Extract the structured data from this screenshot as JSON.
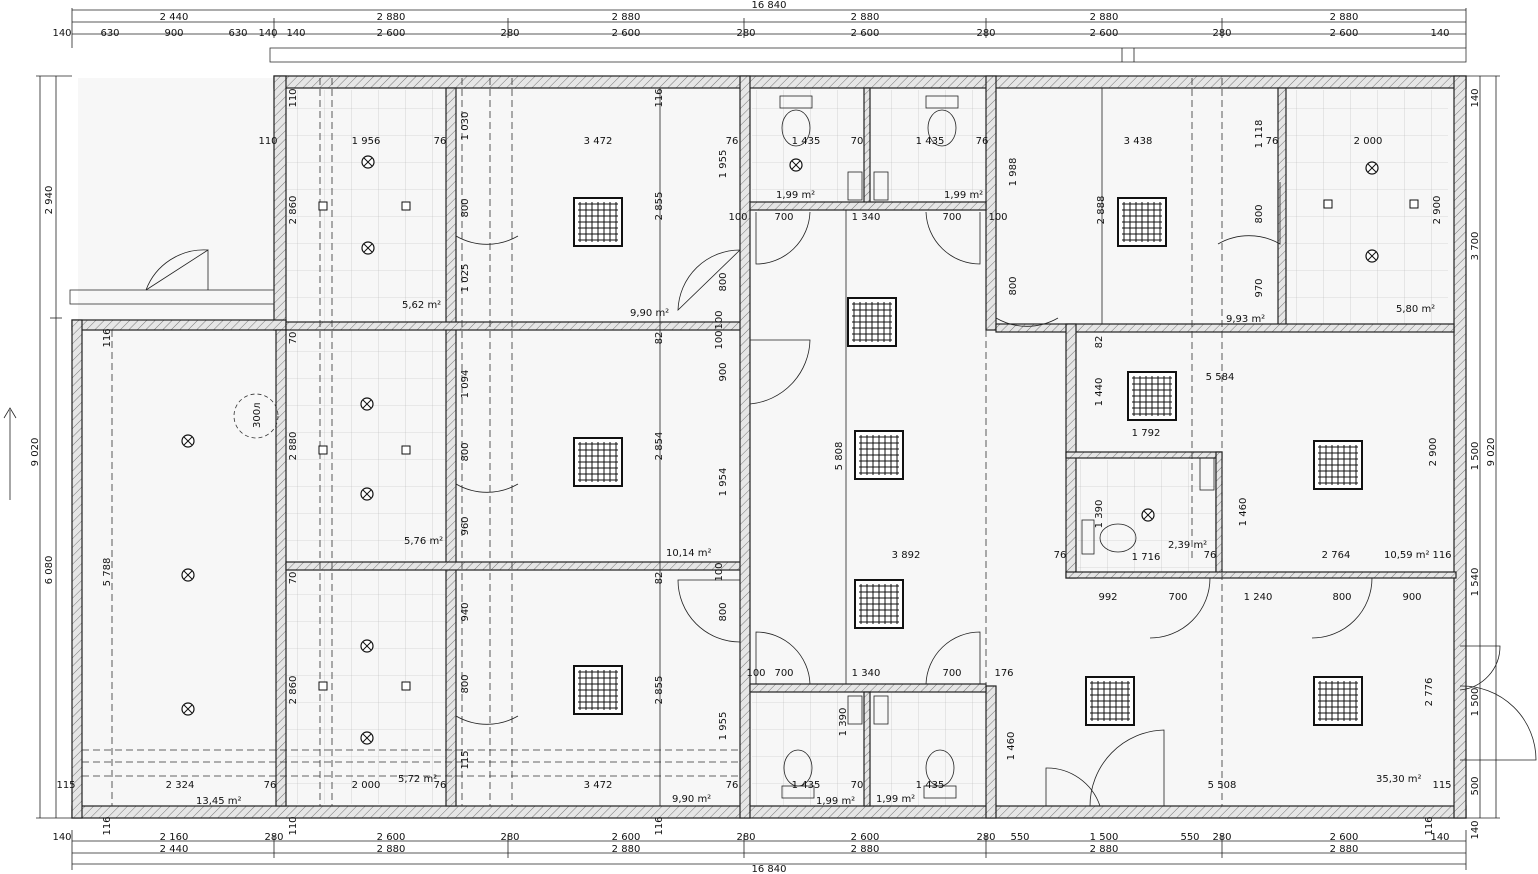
{
  "top_overall": "16 840",
  "top_row2": [
    "2 440",
    "2 880",
    "2 880",
    "2 880",
    "2 880",
    "2 880"
  ],
  "top_row3": [
    "140",
    "630",
    "900",
    "630",
    "140",
    "140",
    "2 600",
    "280",
    "2 600",
    "280",
    "2 600",
    "280",
    "2 600",
    "280",
    "2 600",
    "140"
  ],
  "bottom_row1": [
    "140",
    "2 160",
    "280",
    "2 600",
    "280",
    "2 600",
    "280",
    "2 600",
    "280",
    "550",
    "1 500",
    "550",
    "280",
    "2 600",
    "140"
  ],
  "bottom_row2": [
    "2 440",
    "2 880",
    "2 880",
    "2 880",
    "2 880",
    "2 880"
  ],
  "bottom_overall": "16 840",
  "left_overall": "9 020",
  "left_row": [
    "2 940",
    "6 080"
  ],
  "right_overall": "9 020",
  "right_row": [
    "140",
    "3 700",
    "1 500",
    "1 540",
    "1 500",
    "500",
    "140"
  ],
  "areas": [
    "5,62 m²",
    "9,90 m²",
    "1,99 m²",
    "1,99 m²",
    "9,93 m²",
    "5,80 m²",
    "5,76 m²",
    "10,14 m²",
    "2,39 m²",
    "10,59 m²",
    "5,72 m²",
    "13,45 m²",
    "9,90 m²",
    "1,99 m²",
    "1,99 m²",
    "35,30 m²"
  ],
  "room_dims": [
    "1 956",
    "3 472",
    "1 435",
    "1 435",
    "3 438",
    "2 000",
    "2 860",
    "2 855",
    "2 888",
    "2 900",
    "2 880",
    "2 854",
    "5 808",
    "1 954",
    "1 955",
    "1 988",
    "5 584",
    "1 792",
    "1 440",
    "2 900",
    "1 390",
    "1 460",
    "1 716",
    "2 764",
    "3 892",
    "2 860",
    "2 855",
    "2 324",
    "2 000",
    "3 472",
    "1 435",
    "1 435",
    "5 508",
    "2 776",
    "5 788",
    "1 390",
    "1 460",
    "1 955"
  ],
  "openings": [
    "800",
    "800",
    "800",
    "800",
    "800",
    "800",
    "900",
    "800",
    "800",
    "700",
    "700",
    "1 340",
    "700",
    "700",
    "1 340",
    "700",
    "800",
    "900",
    "992",
    "700",
    "1 240",
    "800",
    "900",
    "800",
    "960",
    "940",
    "1 094",
    "1 025",
    "1 030",
    "1 118",
    "970"
  ],
  "small_dims": [
    "110",
    "110",
    "116",
    "76",
    "76",
    "76",
    "100",
    "100",
    "100",
    "100",
    "70",
    "70",
    "70",
    "70",
    "82",
    "82",
    "82",
    "116",
    "116",
    "115",
    "115",
    "110",
    "116",
    "176",
    "100",
    "100",
    "76",
    "76",
    "76",
    "76",
    "76",
    "76",
    "115",
    "116",
    "116"
  ],
  "boiler_label": "300л"
}
